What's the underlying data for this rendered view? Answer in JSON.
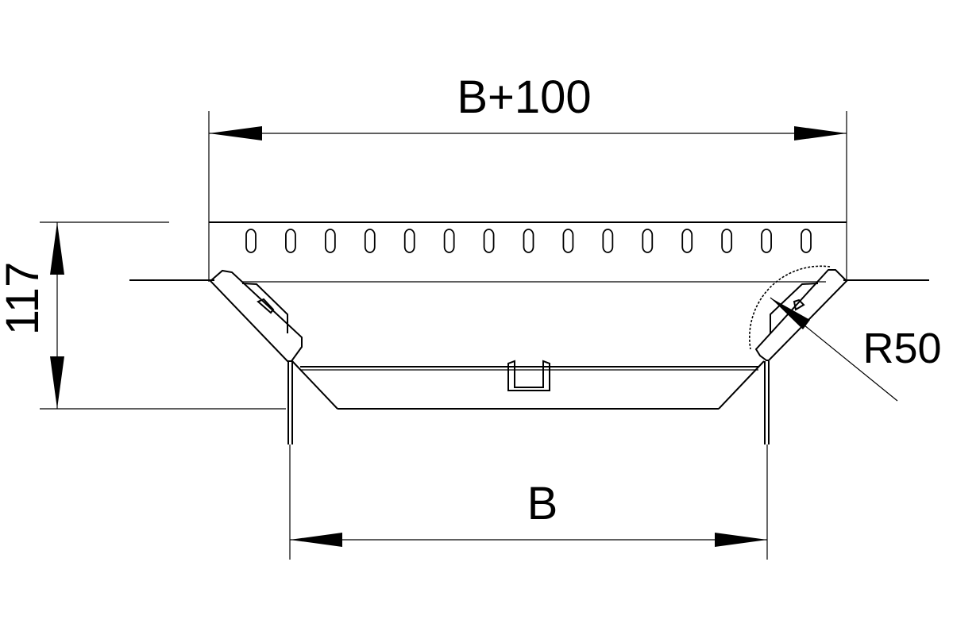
{
  "drawing": {
    "dimensions": {
      "top_width": "B+100",
      "height": "117",
      "bottom_width": "B",
      "radius": "R50"
    },
    "slot_count": 15
  }
}
